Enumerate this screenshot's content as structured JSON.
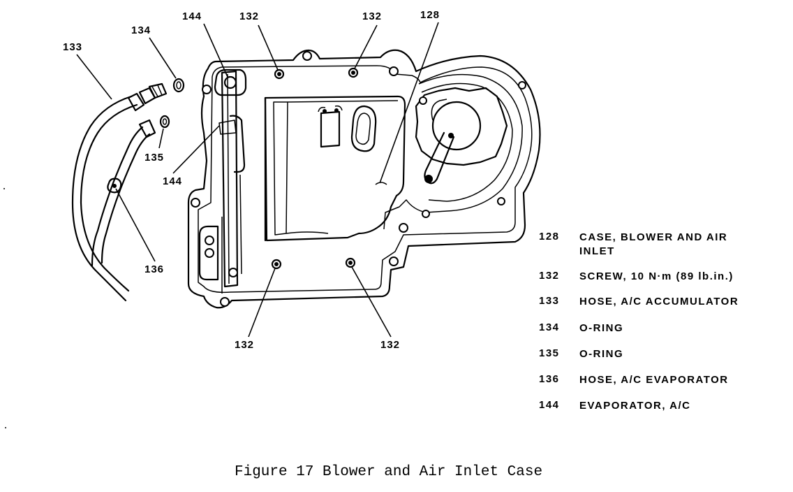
{
  "diagram": {
    "callouts": [
      "144",
      "132",
      "132",
      "128",
      "134",
      "133",
      "135",
      "144",
      "136",
      "132",
      "132"
    ]
  },
  "legend": [
    {
      "number": "128",
      "description": "CASE, BLOWER AND AIR INLET"
    },
    {
      "number": "132",
      "description": "SCREW, 10 N·m (89 lb.in.)"
    },
    {
      "number": "133",
      "description": "HOSE, A/C ACCUMULATOR"
    },
    {
      "number": "134",
      "description": "O-RING"
    },
    {
      "number": "135",
      "description": "O-RING"
    },
    {
      "number": "136",
      "description": "HOSE, A/C EVAPORATOR"
    },
    {
      "number": "144",
      "description": "EVAPORATOR, A/C"
    }
  ],
  "caption": "Figure 17 Blower and Air Inlet Case"
}
